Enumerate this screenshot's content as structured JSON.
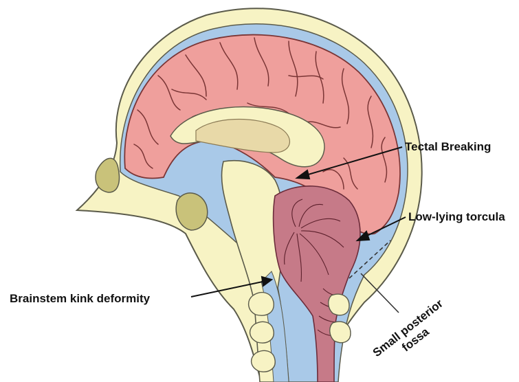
{
  "labels": {
    "tectal": "Tectal Breaking",
    "torcula": "Low-lying torcula",
    "brainstem": "Brainstem kink deformity",
    "fossa_line1": "Small posterior",
    "fossa_line2": "fossa"
  },
  "colors": {
    "skull": "#f7f3c4",
    "csf": "#a9c9e8",
    "cerebrum": "#ef9f9c",
    "gyri": "#7a3535",
    "cerebellum": "#c67a88",
    "bone": "#c9c27a",
    "outline": "#5a5a4a",
    "text": "#111111"
  }
}
